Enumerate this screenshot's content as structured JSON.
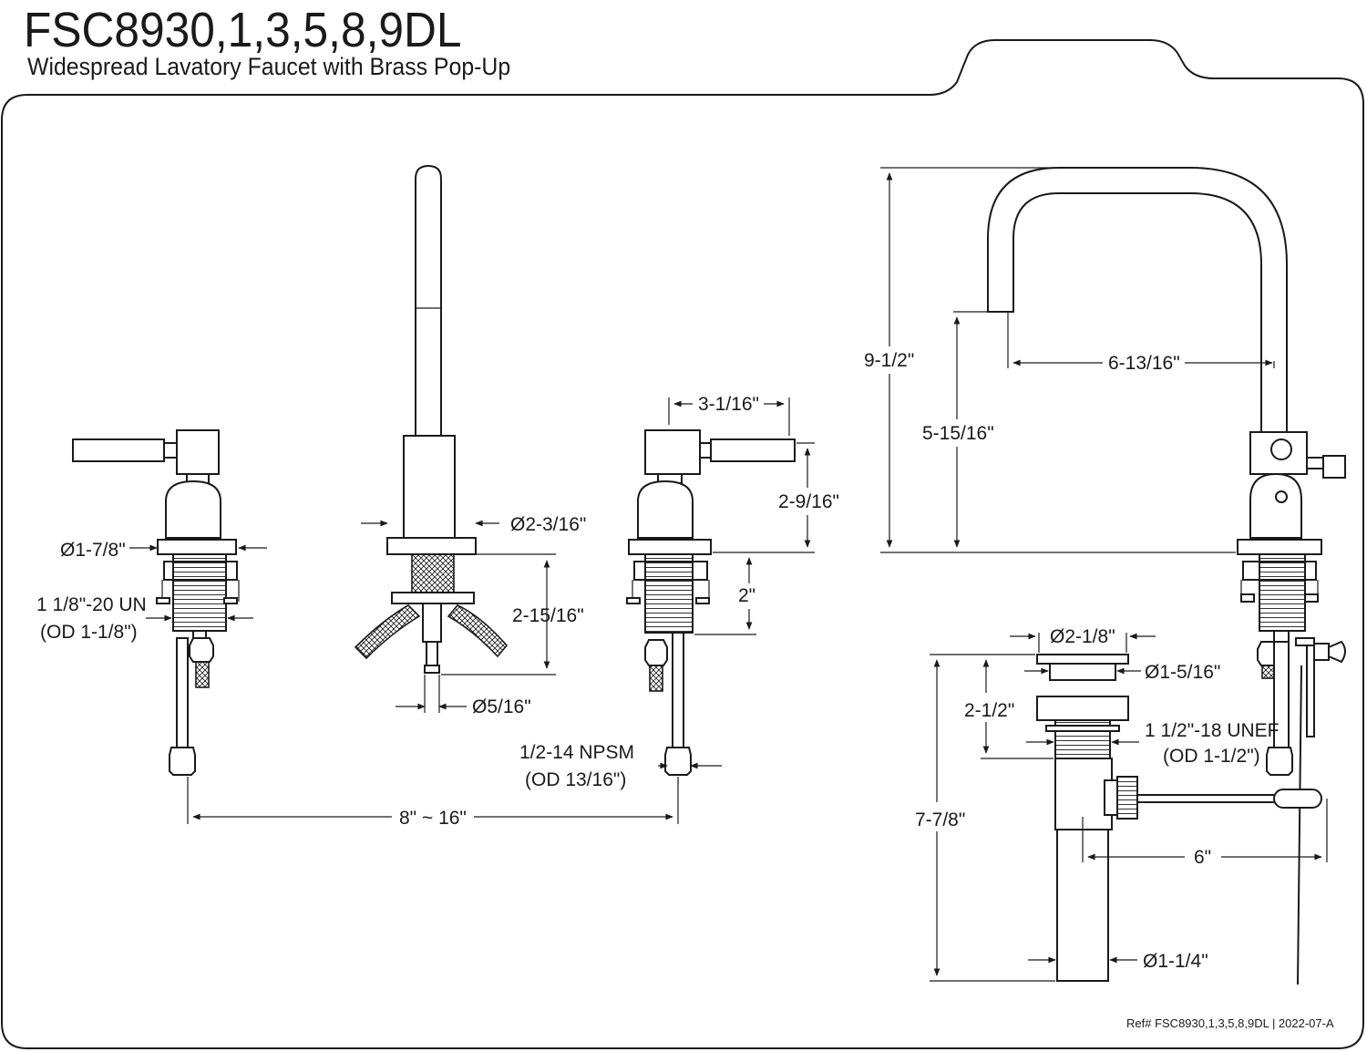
{
  "header": {
    "title": "FSC8930,1,3,5,8,9DL",
    "subtitle": "Widespread Lavatory Faucet with Brass Pop-Up"
  },
  "dimensions": {
    "handle_base_diameter": "Ø1-7/8\"",
    "handle_thread_line1": "1 1/8\"-20 UN",
    "handle_thread_line2": "(OD 1-1/8\")",
    "spout_base_diameter": "Ø2-3/16\"",
    "spout_shank_length": "2-15/16\"",
    "spout_tube_diameter": "Ø5/16\"",
    "handle_reach": "3-1/16\"",
    "handle_height": "2-9/16\"",
    "handle_shank": "2\"",
    "supply_thread_line1": "1/2-14 NPSM",
    "supply_thread_line2": "(OD 13/16\")",
    "spread": "8\" ~ 16\"",
    "overall_height": "9-1/2\"",
    "spout_clearance": "5-15/16\"",
    "spout_reach": "6-13/16\"",
    "drain_flange_diameter": "Ø2-1/8\"",
    "drain_body_diameter": "Ø1-5/16\"",
    "drain_top_length": "2-1/2\"",
    "drain_thread_line1": "1 1/2\"-18 UNEF",
    "drain_thread_line2": "(OD 1-1/2\")",
    "drain_total_length": "7-7/8\"",
    "lift_rod_length": "6\"",
    "tailpiece_diameter": "Ø1-1/4\""
  },
  "footer": {
    "reference": "Ref# FSC8930,1,3,5,8,9DL | 2022-07-A"
  }
}
